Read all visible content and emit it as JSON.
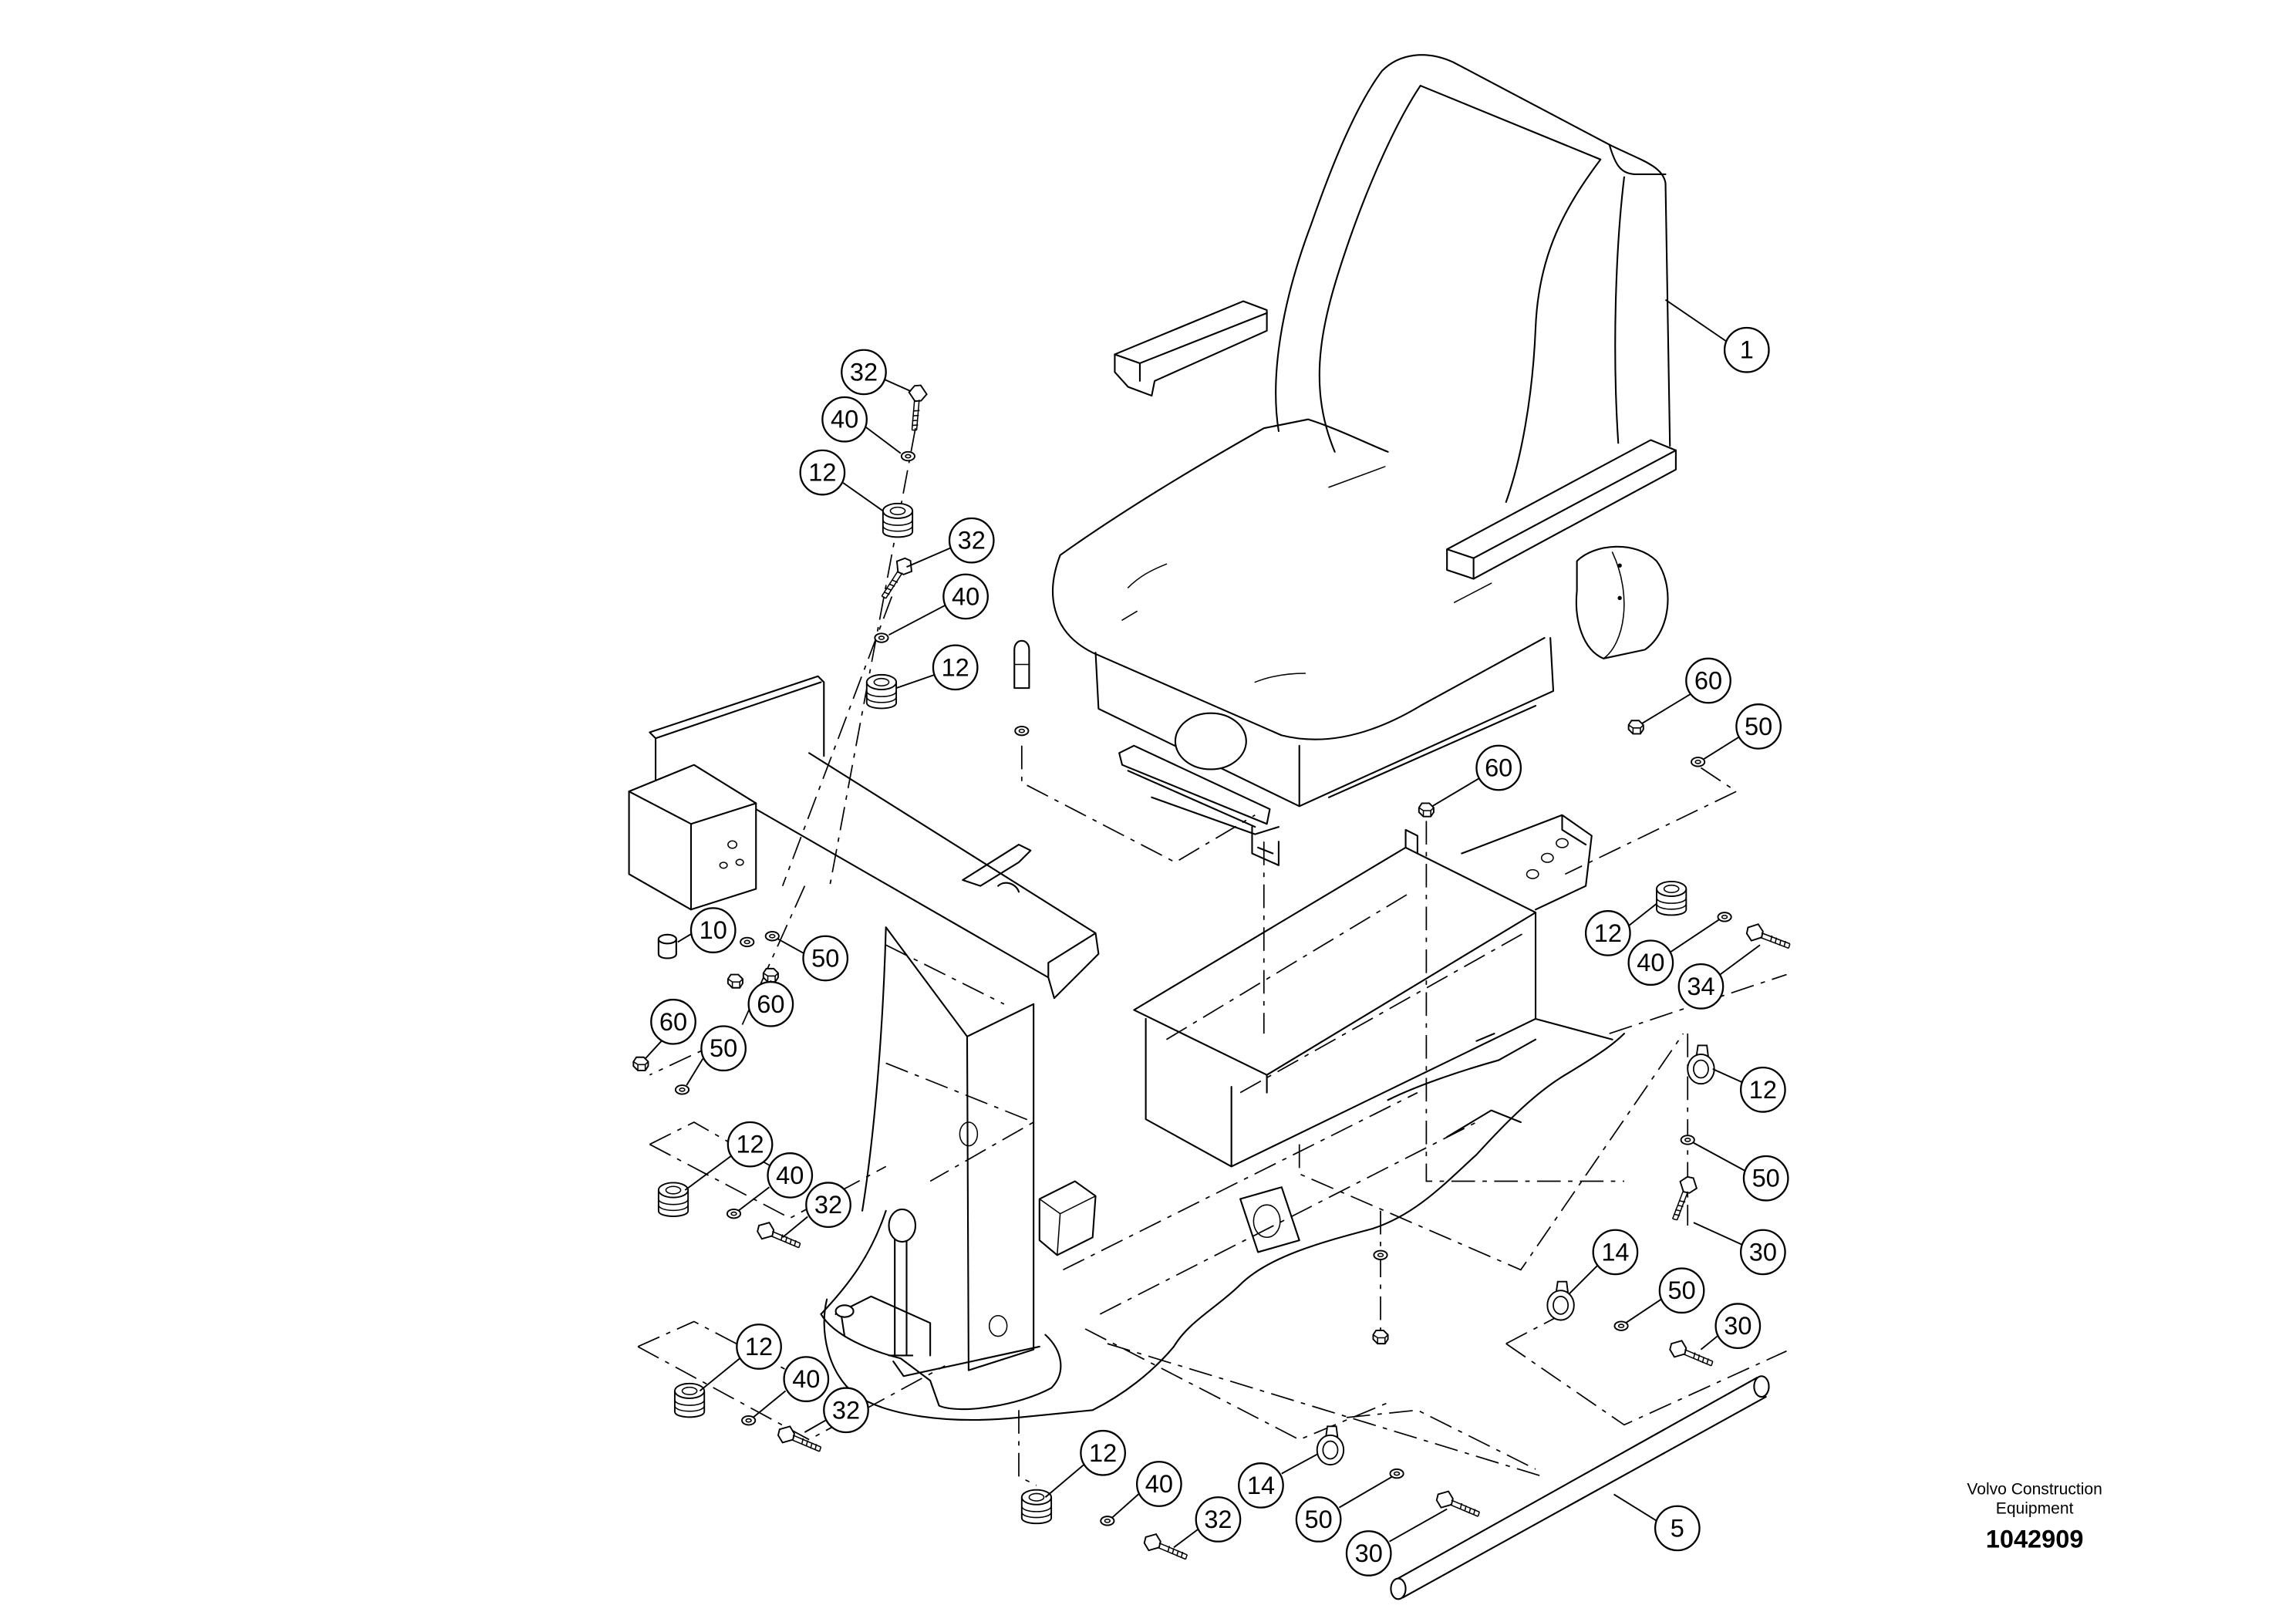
{
  "callouts": [
    "32",
    "40",
    "12",
    "1",
    "32",
    "40",
    "12",
    "60",
    "50",
    "60",
    "12",
    "40",
    "34",
    "10",
    "50",
    "60",
    "60",
    "50",
    "12",
    "50",
    "30",
    "12",
    "40",
    "32",
    "14",
    "50",
    "30",
    "12",
    "40",
    "32",
    "12",
    "40",
    "32",
    "14",
    "50",
    "30",
    "5"
  ],
  "footer": {
    "company_line1": "Volvo Construction",
    "company_line2": "Equipment",
    "drawing_number": "1042909"
  }
}
